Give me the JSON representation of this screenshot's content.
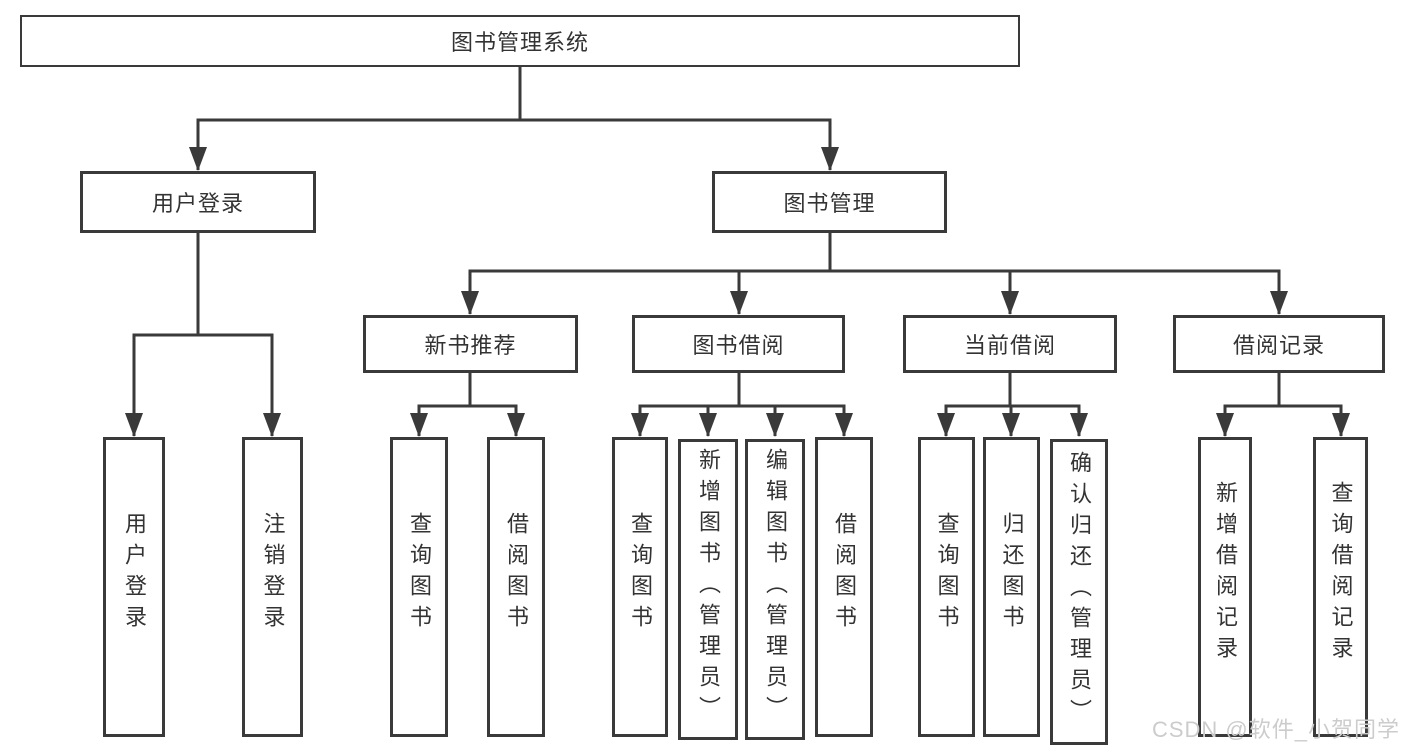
{
  "diagram": {
    "root": {
      "label": "图书管理系统"
    },
    "branches": [
      {
        "label": "用户登录",
        "children": [
          {
            "label": "用户登录"
          },
          {
            "label": "注销登录"
          }
        ]
      },
      {
        "label": "图书管理",
        "children": [
          {
            "label": "新书推荐",
            "children": [
              {
                "label": "查询图书"
              },
              {
                "label": "借阅图书"
              }
            ]
          },
          {
            "label": "图书借阅",
            "children": [
              {
                "label": "查询图书"
              },
              {
                "label": "新增图书（管理员）"
              },
              {
                "label": "编辑图书（管理员）"
              },
              {
                "label": "借阅图书"
              }
            ]
          },
          {
            "label": "当前借阅",
            "children": [
              {
                "label": "查询图书"
              },
              {
                "label": "归还图书"
              },
              {
                "label": "确认归还（管理员）"
              }
            ]
          },
          {
            "label": "借阅记录",
            "children": [
              {
                "label": "新增借阅记录"
              },
              {
                "label": "查询借阅记录"
              }
            ]
          }
        ]
      }
    ]
  },
  "watermark": {
    "text": "CSDN @软件_小贺同学",
    "color": "#cccccc"
  },
  "colors": {
    "line": "#3a3a3a",
    "box_border": "#3a3a3a",
    "text": "#333333",
    "background": "#ffffff"
  }
}
